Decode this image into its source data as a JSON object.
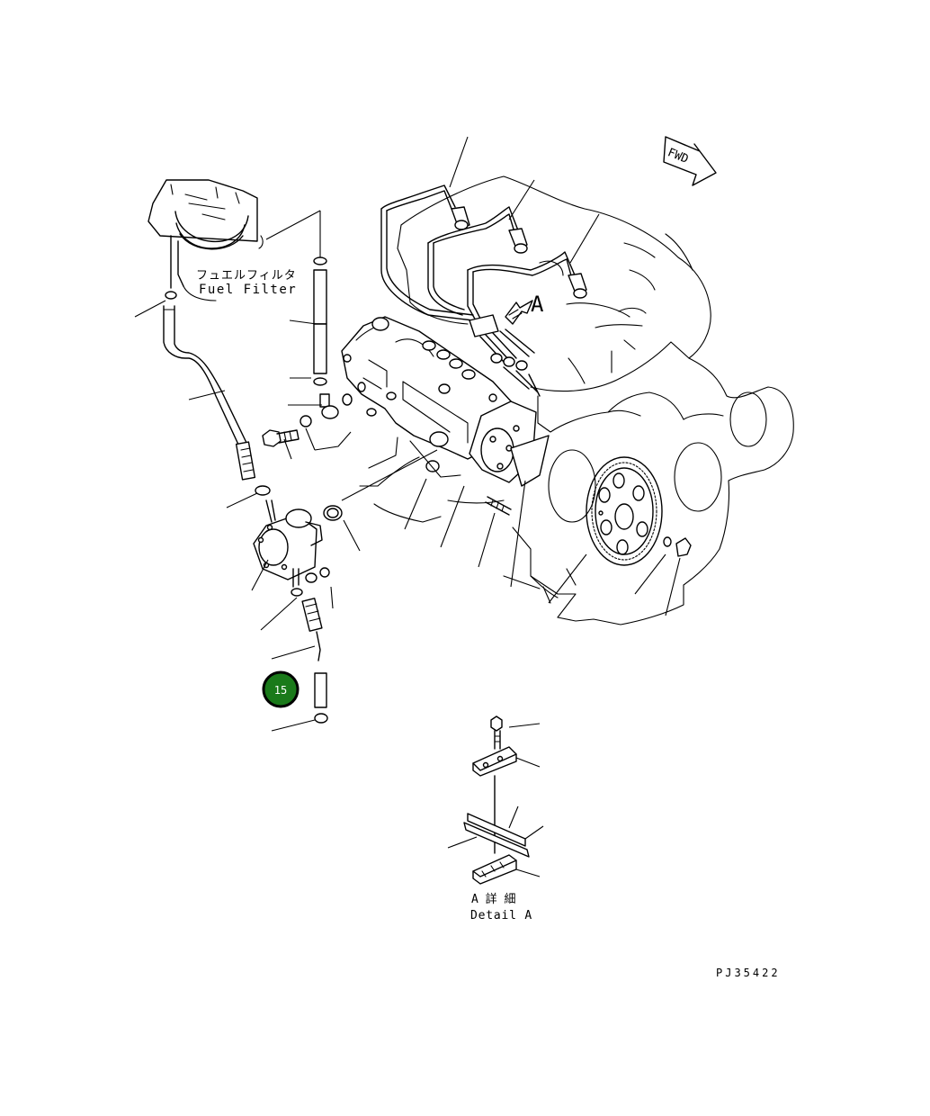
{
  "labels": {
    "fuel_filter_jp": "フュエルフィルタ",
    "fuel_filter_en": "Fuel Filter",
    "fwd": "FWD",
    "view_a": "A",
    "detail_a_jp": "A 詳 細",
    "detail_a_en": "Detail A",
    "drawing_number": "PJ35422"
  },
  "callouts": [
    {
      "number": "15",
      "color": "#1a7a1a",
      "ring_color": "#000000",
      "text_color": "#ffffff"
    }
  ],
  "icons": [
    "fwd-arrow-icon",
    "view-direction-arrow-icon"
  ]
}
